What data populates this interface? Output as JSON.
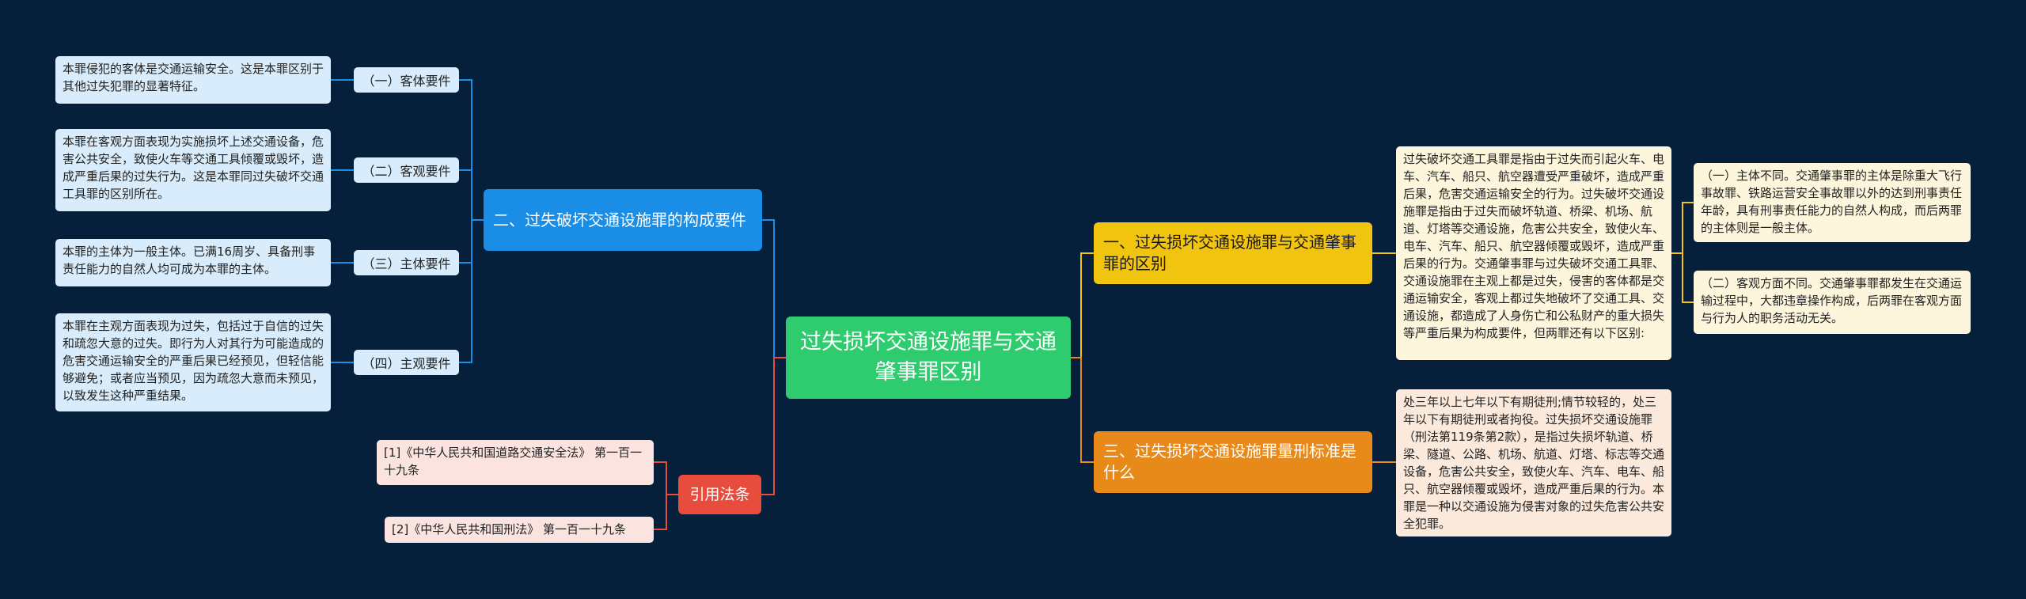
{
  "colors": {
    "background": "#06203b",
    "center": "#2ecc6f",
    "blue": "#1a8ee6",
    "yellow": "#f1c40f",
    "orange": "#e88a1a",
    "red": "#e74c3c"
  },
  "center": {
    "title": "过失损坏交通设施罪与交通肇事罪区别"
  },
  "left_branch": {
    "title": "二、过失破坏交通设施罪的构成要件",
    "items": [
      {
        "label": "（一）客体要件",
        "text": "本罪侵犯的客体是交通运输安全。这是本罪区别于其他过失犯罪的显著特征。"
      },
      {
        "label": "（二）客观要件",
        "text": "本罪在客观方面表现为实施损坏上述交通设备，危害公共安全，致使火车等交通工具倾覆或毁坏，造成严重后果的过失行为。这是本罪同过失破坏交通工具罪的区别所在。"
      },
      {
        "label": "（三）主体要件",
        "text": "本罪的主体为一般主体。已满16周岁、具备刑事责任能力的自然人均可成为本罪的主体。"
      },
      {
        "label": "（四）主观要件",
        "text": "本罪在主观方面表现为过失，包括过于自信的过失和疏忽大意的过失。即行为人对其行为可能造成的危害交通运输安全的严重后果已经预见，但轻信能够避免；或者应当预见，因为疏忽大意而未预见，以致发生这种严重结果。"
      }
    ]
  },
  "ref_branch": {
    "title": "引用法条",
    "items": [
      "[1]《中华人民共和国道路交通安全法》 第一百一十九条",
      "[2]《中华人民共和国刑法》 第一百一十九条"
    ]
  },
  "right_branch_1": {
    "title": "一、过失损坏交通设施罪与交通肇事罪的区别",
    "body": "过失破坏交通工具罪是指由于过失而引起火车、电车、汽车、船只、航空器遭受严重破坏，造成严重后果，危害交通运输安全的行为。过失破坏交通设施罪是指由于过失而破坏轨道、桥梁、机场、航道、灯塔等交通设施，危害公共安全，致使火车、电车、汽车、船只、航空器倾覆或毁坏，造成严重后果的行为。交通肇事罪与过失破坏交通工具罪、交通设施罪在主观上都是过失，侵害的客体都是交通运输安全，客观上都过失地破坏了交通工具、交通设施，都造成了人身伤亡和公私财产的重大损失等严重后果为构成要件，但两罪还有以下区别:",
    "items": [
      "（一）主体不同。交通肇事罪的主体是除重大飞行事故罪、铁路运营安全事故罪以外的达到刑事责任年龄，具有刑事责任能力的自然人构成，而后两罪的主体则是一般主体。",
      "（二）客观方面不同。交通肇事罪都发生在交通运输过程中，大都违章操作构成，后两罪在客观方面与行为人的职务活动无关。"
    ]
  },
  "right_branch_3": {
    "title": "三、过失损坏交通设施罪量刑标准是什么",
    "body": "处三年以上七年以下有期徒刑;情节较轻的，处三年以下有期徒刑或者拘役。过失损坏交通设施罪（刑法第119条第2款），是指过失损坏轨道、桥梁、隧道、公路、机场、航道、灯塔、标志等交通设备，危害公共安全，致使火车、汽车、电车、船只、航空器倾覆或毁坏，造成严重后果的行为。本罪是一种以交通设施为侵害对象的过失危害公共安全犯罪。"
  }
}
